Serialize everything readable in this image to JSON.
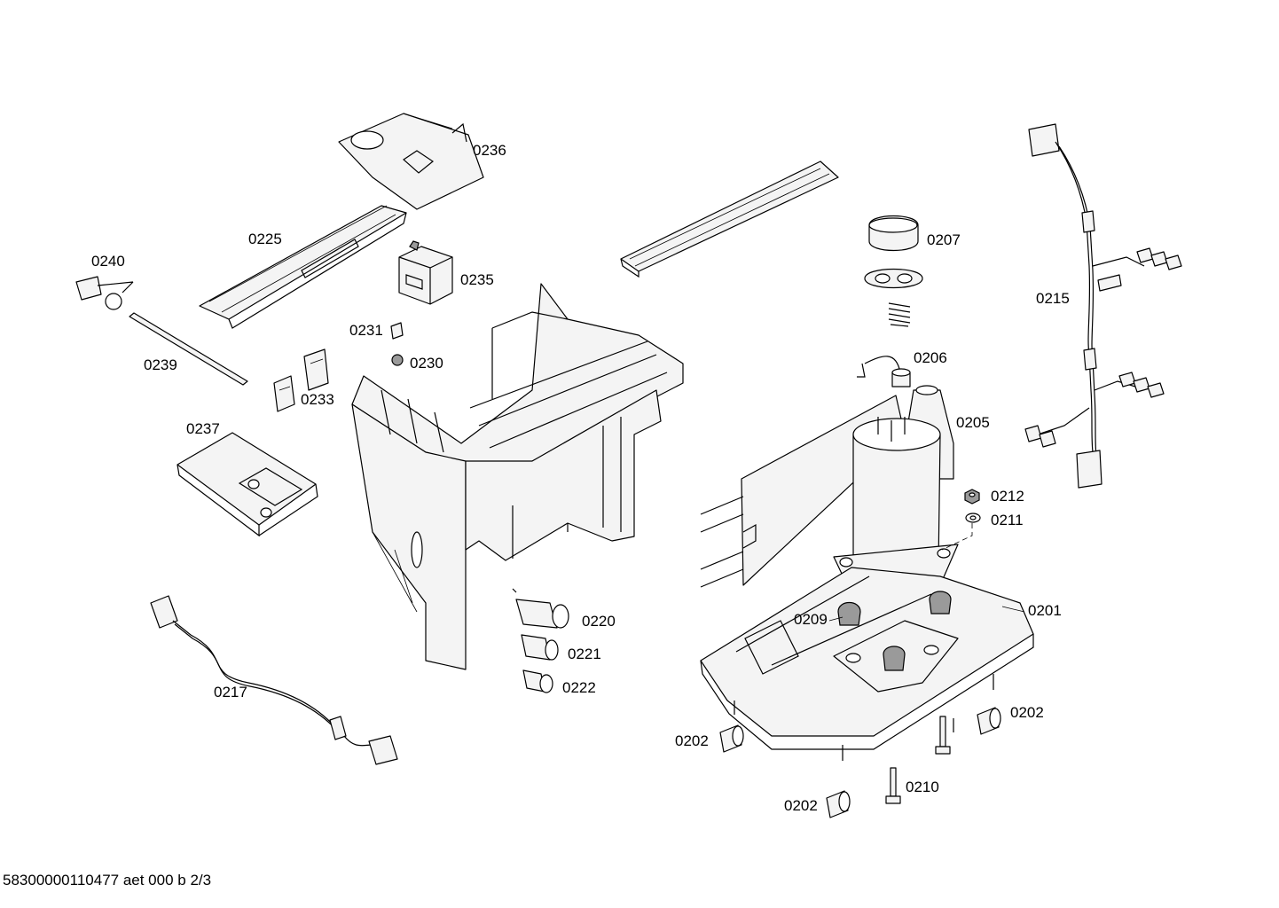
{
  "footer": "58300000110477 aet 000 b 2/3",
  "labels": {
    "p0236": "0236",
    "p0225": "0225",
    "p0240": "0240",
    "p0235": "0235",
    "p0231": "0231",
    "p0230": "0230",
    "p0239": "0239",
    "p0233": "0233",
    "p0237": "0237",
    "p0207": "0207",
    "p0215": "0215",
    "p0206": "0206",
    "p0205": "0205",
    "p0212": "0212",
    "p0211": "0211",
    "p0201": "0201",
    "p0209": "0209",
    "p0220": "0220",
    "p0221": "0221",
    "p0222": "0222",
    "p0217": "0217",
    "p0202a": "0202",
    "p0202b": "0202",
    "p0202c": "0202",
    "p0210": "0210"
  }
}
